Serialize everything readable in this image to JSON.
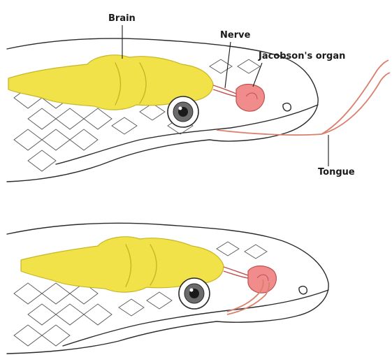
{
  "labels": {
    "brain": "Brain",
    "nerve": "Nerve",
    "jacobsons_organ": "Jacobson's organ",
    "tongue": "Tongue"
  },
  "colors": {
    "brain": "#f2e24a",
    "brain_outline": "#c8b526",
    "organ": "#f08c8c",
    "organ_outline": "#c0504d",
    "tongue": "#d9806d",
    "line": "#2b2b2b"
  },
  "panels": [
    {
      "id": "top",
      "state": "tongue extended"
    },
    {
      "id": "bottom",
      "state": "tongue retracted into organ"
    }
  ]
}
